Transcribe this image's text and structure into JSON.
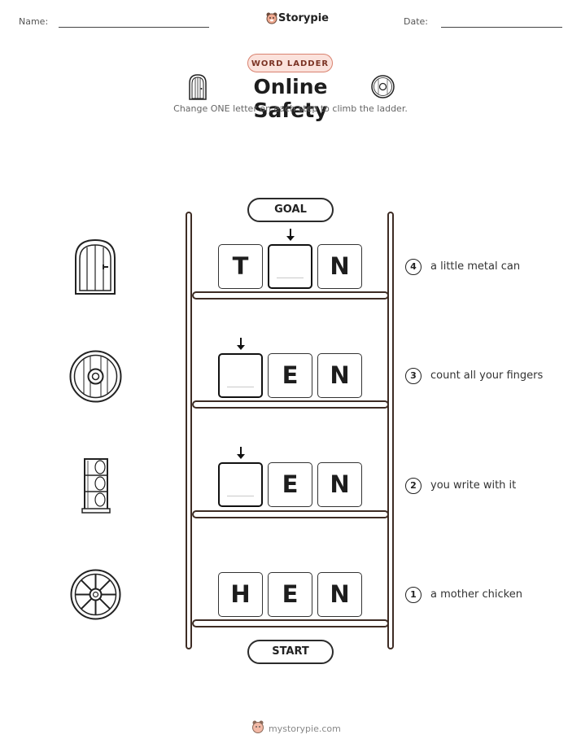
{
  "header": {
    "name_label": "Name:",
    "date_label": "Date:",
    "brand": "Storypie",
    "badge": "WORD LADDER",
    "title": "Online Safety",
    "subtitle": "Change ONE letter on each step to climb the ladder."
  },
  "ladder": {
    "goal_label": "GOAL",
    "start_label": "START",
    "rows": [
      {
        "step": "4",
        "clue": "a little metal can",
        "letters": [
          "T",
          "",
          "N"
        ],
        "blank_index": 1,
        "picture": "door-icon"
      },
      {
        "step": "3",
        "clue": "count all your fingers",
        "letters": [
          "",
          "E",
          "N"
        ],
        "blank_index": 0,
        "picture": "shield-icon"
      },
      {
        "step": "2",
        "clue": "you write with it",
        "letters": [
          "",
          "E",
          "N"
        ],
        "blank_index": 0,
        "picture": "shelf-icon"
      },
      {
        "step": "1",
        "clue": "a mother chicken",
        "letters": [
          "H",
          "E",
          "N"
        ],
        "blank_index": -1,
        "picture": "wheel-icon"
      }
    ]
  },
  "footer": {
    "site": "mystorypie.com"
  },
  "colors": {
    "badge_fill": "#fbe2dc",
    "badge_border": "#d9826f",
    "ladder_wood": "#3e2c24"
  }
}
